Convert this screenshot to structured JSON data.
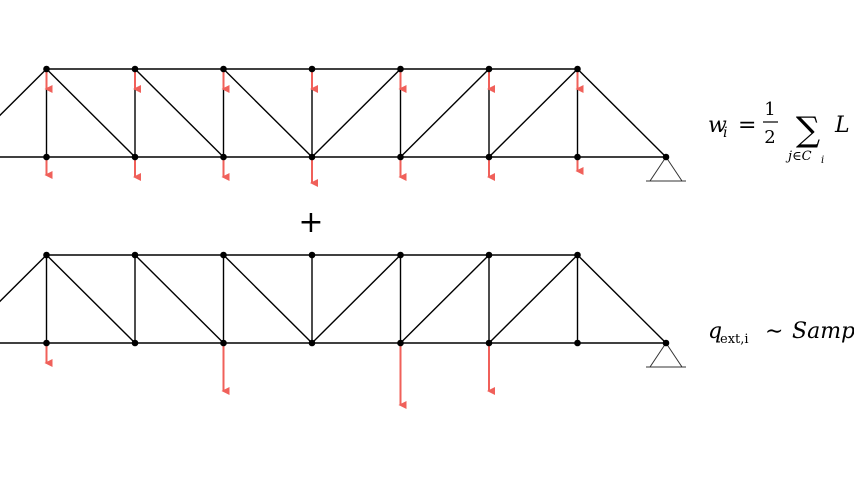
{
  "colors": {
    "member": "#000000",
    "node": "#000000",
    "load": "#f0605a",
    "support": "#333333"
  },
  "truss_top": {
    "load_arrows_top_chord": [
      1,
      2,
      3,
      4,
      5,
      6,
      7
    ],
    "load_arrows_bottom_chord": [
      1,
      2,
      3,
      4,
      5,
      6,
      7
    ],
    "support": "pin-triangle"
  },
  "operator": "+",
  "truss_bottom": {
    "load_arrows_bottom_chord": [
      1,
      3,
      5,
      6
    ],
    "support": "pin-triangle"
  },
  "equations": {
    "weight": {
      "lhs": "w",
      "lhs_sub": "i",
      "eq": "=",
      "frac_num": "1",
      "frac_den": "2",
      "sum": "∑",
      "sum_sub": "j∈C",
      "sum_sub_sub": "i",
      "term": "L"
    },
    "external": {
      "lhs": "q",
      "lhs_sub": "ext,i",
      "rel": "∼",
      "rhs": "Samp"
    }
  }
}
